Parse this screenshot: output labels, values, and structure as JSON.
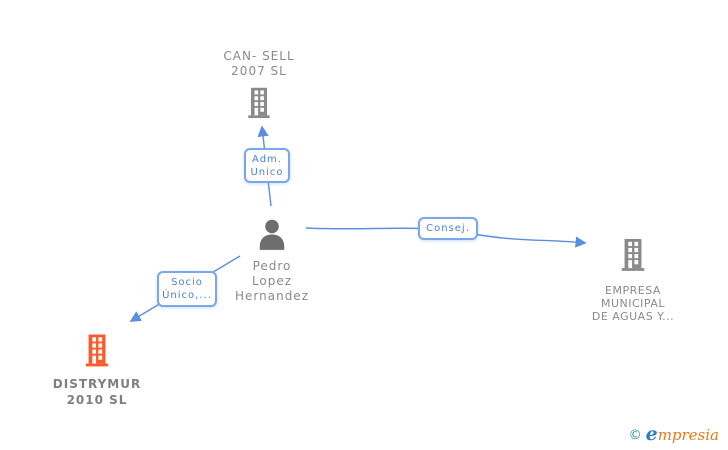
{
  "colors": {
    "line-blue": "#5b8ee0",
    "box-border": "#7aa6ea",
    "label-blue": "#4a82d9",
    "node-gray": "#8a8a8a",
    "bold-gray": "#7f7f7f",
    "icon-gray": "#8a8a8a",
    "person-gray": "#6e6e6e",
    "icon-orange": "#f95b2d",
    "logo-teal": "#2e8b9a",
    "logo-blue": "#2c7fbf",
    "logo-orange": "#e87a1e"
  },
  "nodes": {
    "can_sell": {
      "icon": "building-icon",
      "lines": [
        "CAN- SELL",
        "2007 SL"
      ]
    },
    "person": {
      "icon": "person-icon",
      "lines": [
        "Pedro",
        "Lopez",
        "Hernandez"
      ]
    },
    "empresa_municipal": {
      "icon": "building-icon",
      "lines": [
        "EMPRESA",
        "MUNICIPAL",
        "DE AGUAS Y..."
      ]
    },
    "distrymur": {
      "icon": "building-icon",
      "lines": [
        "DISTRYMUR",
        "2010 SL"
      ]
    }
  },
  "edge_labels": {
    "adm_unico": {
      "lines": [
        "Adm.",
        "Unico"
      ]
    },
    "consej": {
      "lines": [
        "Consej."
      ]
    },
    "socio_unico": {
      "lines": [
        "Socio",
        "Único,..."
      ]
    }
  },
  "logo": {
    "copyright": "©",
    "initial": "e",
    "rest": "mpresia"
  }
}
